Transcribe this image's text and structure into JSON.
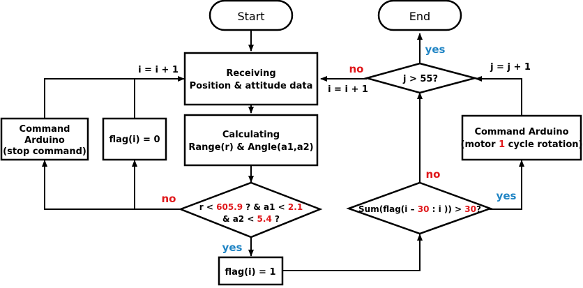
{
  "nodes": {
    "start": "Start",
    "end": "End",
    "receiving": [
      "Receiving",
      "Position & attitude data"
    ],
    "calculating": [
      "Calculating",
      "Range(r) & Angle(a1,a2)"
    ],
    "condition": {
      "line1": [
        {
          "text": "r < ",
          "hl": false
        },
        {
          "text": "605.9",
          "hl": true
        },
        {
          "text": " ? & a1 < ",
          "hl": false
        },
        {
          "text": "2.1",
          "hl": true
        }
      ],
      "line2": [
        {
          "text": "& a2 < ",
          "hl": false
        },
        {
          "text": "5.4",
          "hl": true
        },
        {
          "text": " ?",
          "hl": false
        }
      ]
    },
    "flag_set": "flag(i) = 1",
    "flag_reset": "flag(i) = 0",
    "stop_command": [
      "Command",
      "Arduino",
      "(stop command)"
    ],
    "sum_check": [
      {
        "text": "Sum(flag(i – ",
        "hl": false
      },
      {
        "text": "30",
        "hl": true
      },
      {
        "text": " : i )) > ",
        "hl": false
      },
      {
        "text": "30",
        "hl": true
      },
      {
        "text": "?",
        "hl": false
      }
    ],
    "rotation_command": {
      "line1": [
        {
          "text": "Command Arduino",
          "hl": false
        }
      ],
      "line2": [
        {
          "text": "(motor ",
          "hl": false
        },
        {
          "text": "1",
          "hl": true
        },
        {
          "text": " cycle rotation)",
          "hl": false
        }
      ]
    },
    "j_check": "j > 55?"
  },
  "edge_labels": {
    "no_left": "no",
    "yes_flag": "yes",
    "no_sum": "no",
    "yes_sum": "yes",
    "no_j": "no",
    "yes_j": "yes",
    "i_increment_left": "i = i + 1",
    "i_increment_right": "i = i + 1",
    "j_increment": "j = j + 1"
  },
  "colors": {
    "highlight": "#e0181b",
    "no_label": "#e0181b",
    "yes_label": "#1f84c4",
    "stroke": "#000000"
  }
}
